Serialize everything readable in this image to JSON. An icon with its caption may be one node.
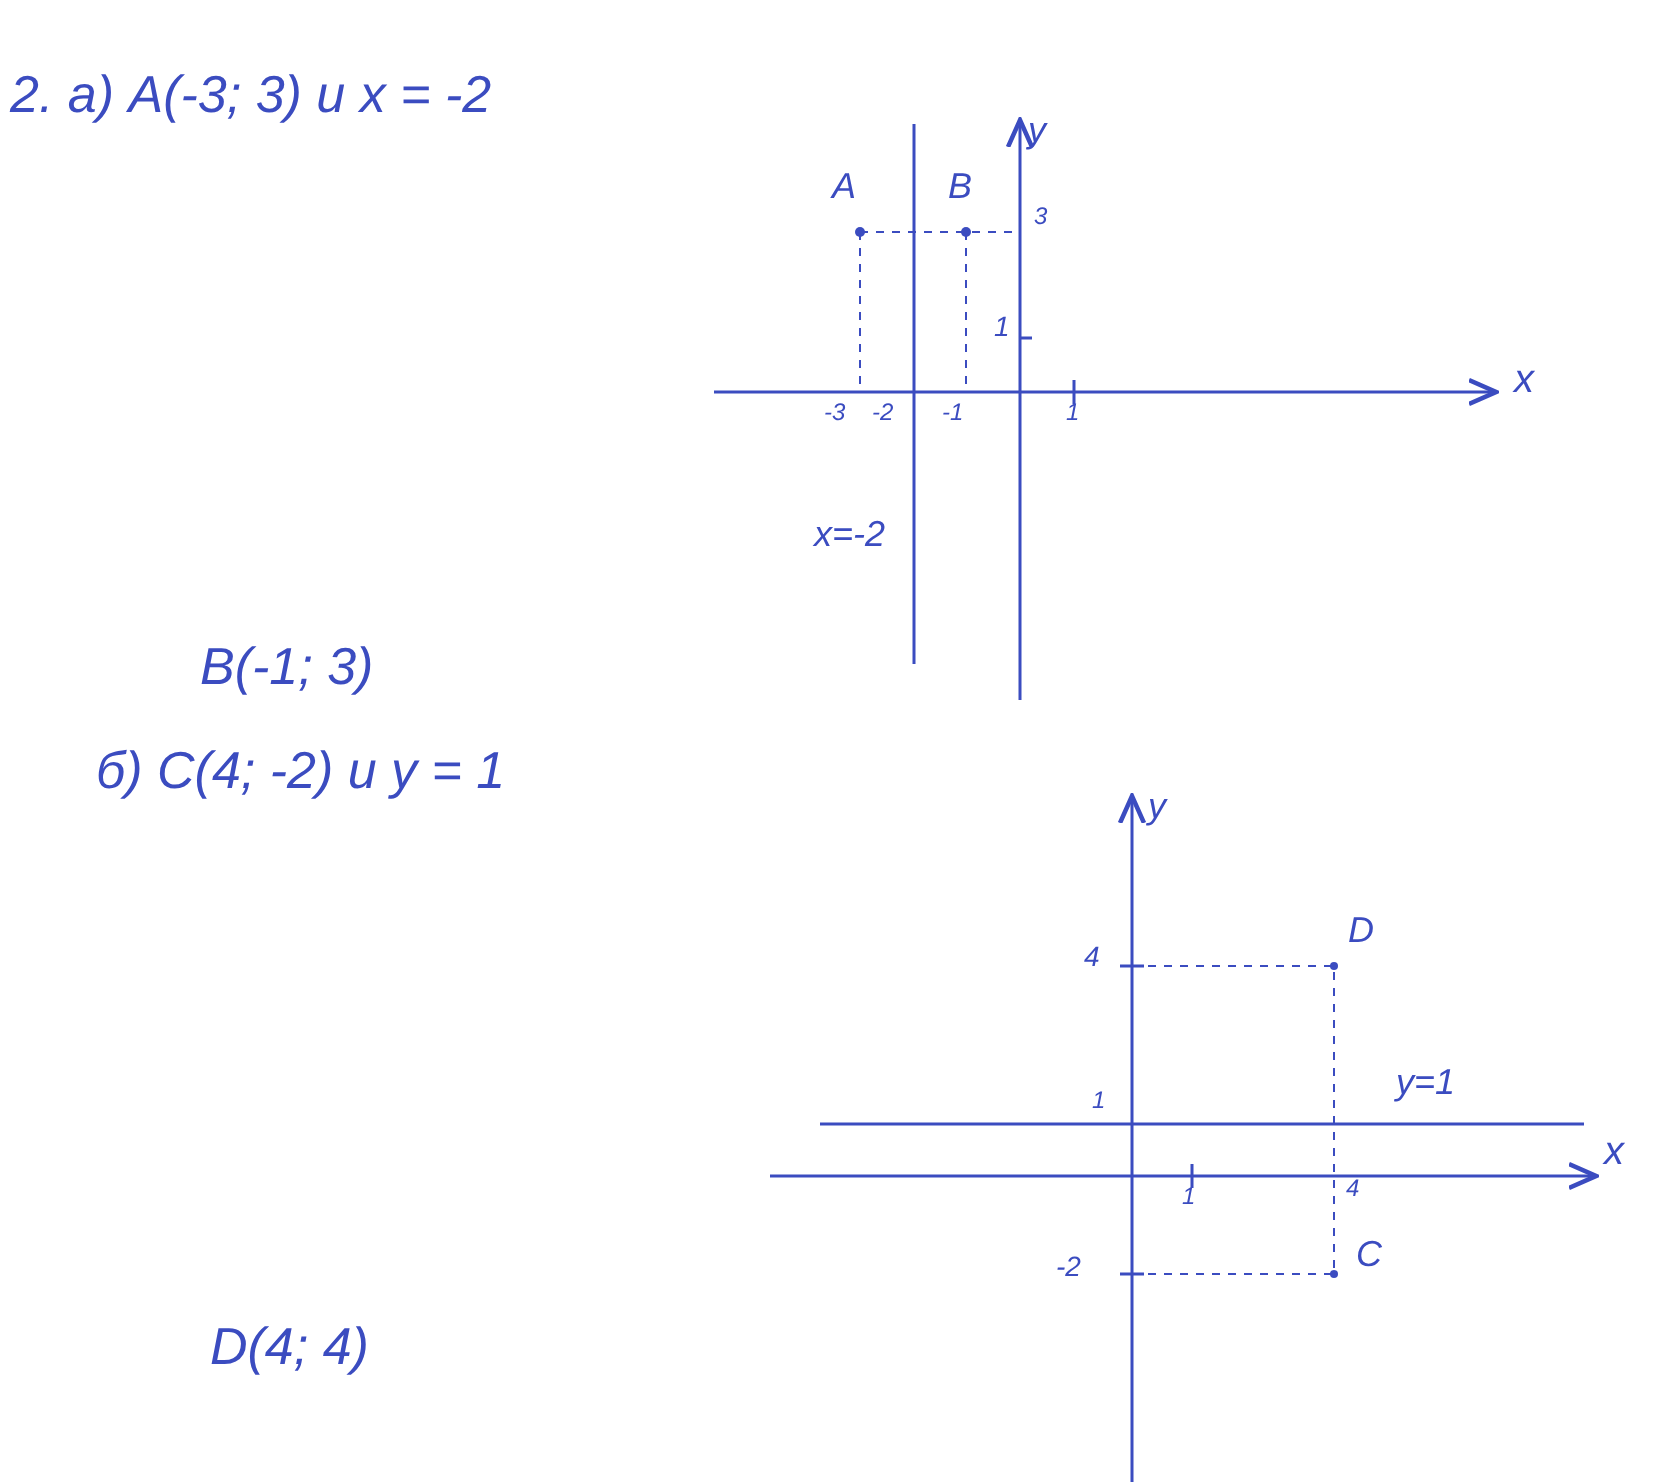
{
  "diagram": {
    "labels": [
      "2. а) A(-3; 3) и x = -2",
      "y",
      "A",
      "B",
      "3",
      "1",
      "x",
      "-3",
      "-2",
      "-1",
      "1",
      "x=-2",
      "B(-1; 3)",
      "б) C(4; -2) и y = 1",
      "y",
      "4",
      "D",
      "1",
      "y=1",
      "x",
      "1",
      "4",
      "-2",
      "C",
      "D(4; 4)"
    ]
  }
}
